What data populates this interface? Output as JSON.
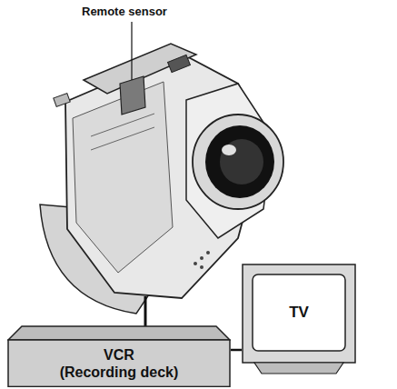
{
  "diagram": {
    "nodes": [
      {
        "text": [
          "VCR",
          "(Recording deck)"
        ]
      },
      {
        "text": [
          "TV"
        ]
      }
    ],
    "edges": [
      {
        "from": 0,
        "to": 1,
        "arrow": "none"
      }
    ],
    "labels": [
      "Remote sensor"
    ]
  }
}
